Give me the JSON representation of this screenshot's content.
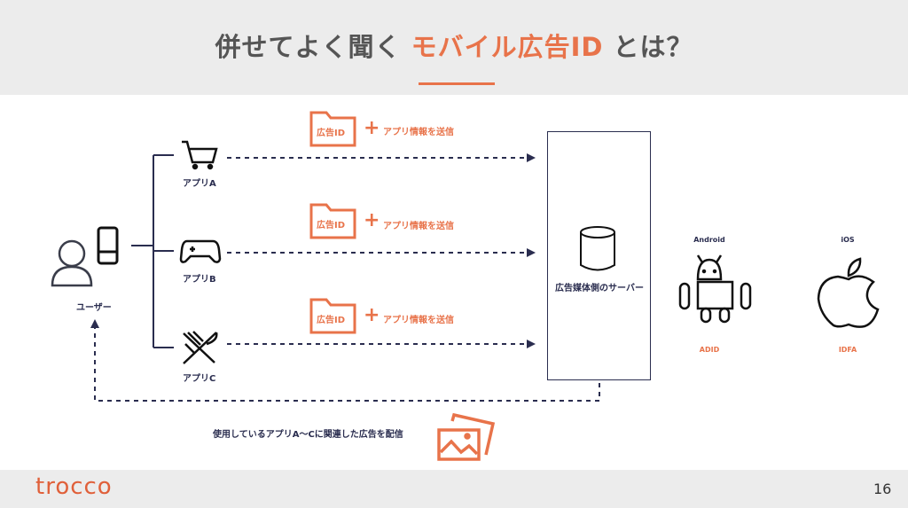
{
  "header": {
    "title_prefix": "併せてよく聞く",
    "title_accent": "モバイル広告ID",
    "title_suffix": "とは？"
  },
  "user": {
    "label": "ユーザー"
  },
  "apps": [
    {
      "label": "アプリA",
      "icon": "cart-icon"
    },
    {
      "label": "アプリB",
      "icon": "gamepad-icon"
    },
    {
      "label": "アプリC",
      "icon": "fork-knife-icon"
    }
  ],
  "transmission": {
    "folder_label": "広告ID",
    "plus": "+",
    "info_label": "アプリ情報を送信"
  },
  "server": {
    "label": "広告媒体側のサーバー"
  },
  "platforms": [
    {
      "name": "Android",
      "id": "ADID"
    },
    {
      "name": "iOS",
      "id": "IDFA"
    }
  ],
  "delivery": {
    "label": "使用しているアプリA〜Cに関連した広告を配信"
  },
  "footer": {
    "logo": "trocco",
    "page": "16"
  },
  "colors": {
    "accent": "#e8734a",
    "navy": "#2a2d4f",
    "band": "#ececec"
  }
}
